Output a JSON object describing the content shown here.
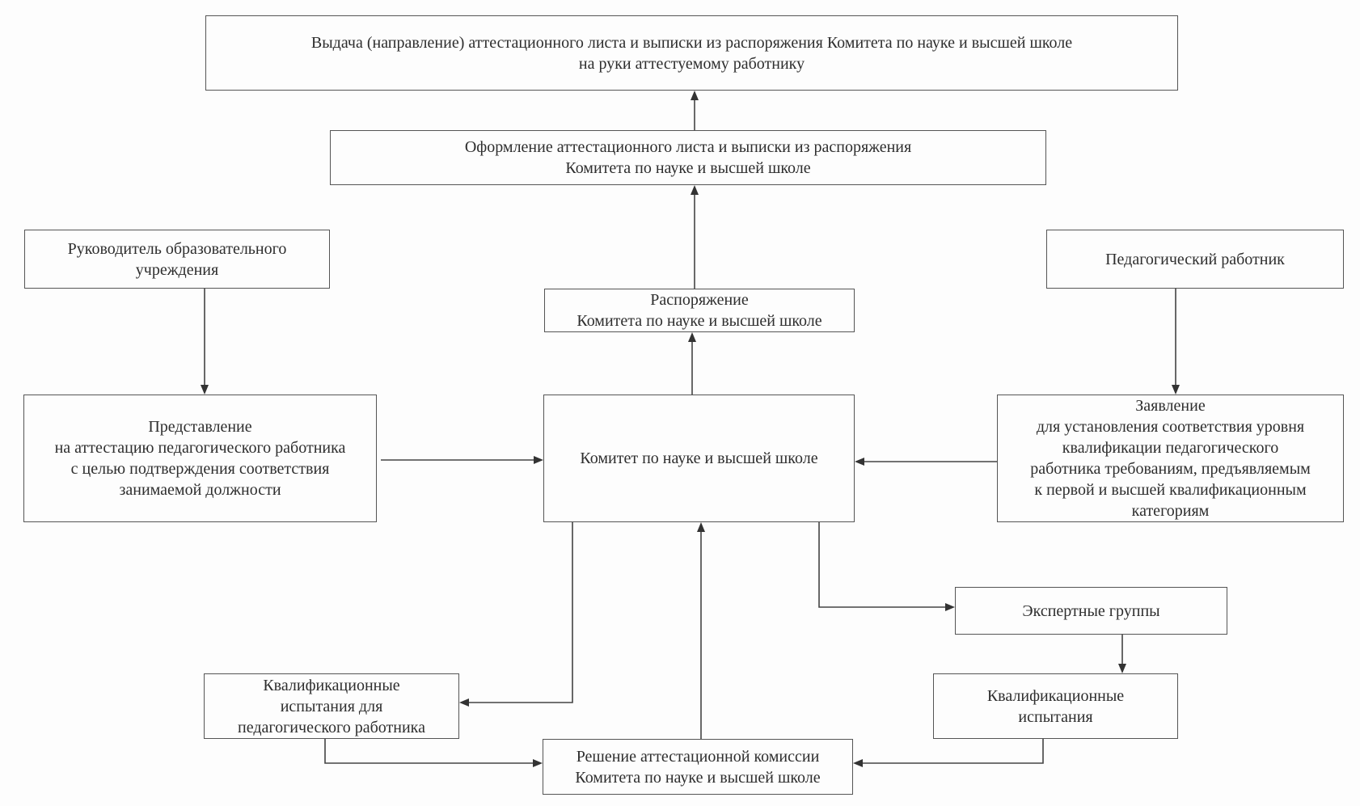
{
  "nodes": {
    "issue": {
      "line1": "Выдача (направление) аттестационного листа и выписки из распоряжения Комитета по науке и высшей школе",
      "line2": "на руки аттестуемому работнику"
    },
    "prepare": {
      "line1": "Оформление аттестационного листа и выписки из распоряжения",
      "line2": "Комитета по науке и высшей школе"
    },
    "head": {
      "line1": "Руководитель образовательного",
      "line2": "учреждения"
    },
    "teacher": {
      "line1": "Педагогический работник"
    },
    "order": {
      "line1": "Распоряжение",
      "line2": "Комитета по науке и высшей школе"
    },
    "submission": {
      "line1": "Представление",
      "line2": "на аттестацию педагогического работника",
      "line3": "с целью подтверждения соответствия",
      "line4": "занимаемой должности"
    },
    "committee": {
      "line1": "Комитет по науке и высшей школе"
    },
    "application": {
      "line1": "Заявление",
      "line2": "для установления соответствия уровня",
      "line3": "квалификации педагогического",
      "line4": "работника требованиям, предъявляемым",
      "line5": "к первой и высшей квалификационным",
      "line6": "категориям"
    },
    "experts": {
      "line1": "Экспертные группы"
    },
    "tests_teacher": {
      "line1": "Квалификационные",
      "line2": "испытания для",
      "line3": "педагогического работника"
    },
    "tests": {
      "line1": "Квалификационные",
      "line2": "испытания"
    },
    "decision": {
      "line1": "Решение аттестационной комиссии",
      "line2": "Комитета по науке и высшей школе"
    }
  }
}
